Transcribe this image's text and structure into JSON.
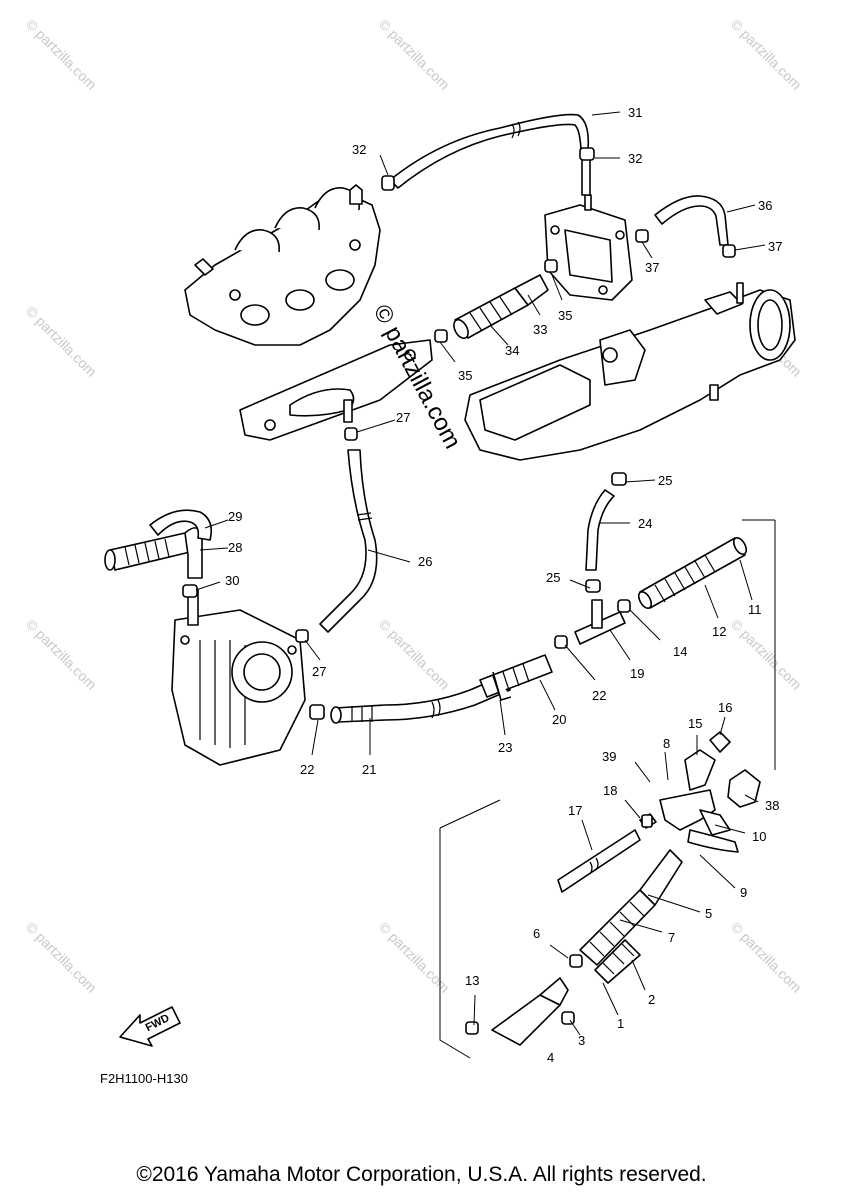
{
  "watermark": "© partzilla.com",
  "center_watermark": "© partzilla.com",
  "diagram_code": "F2H1100-H130",
  "fwd_label": "FWD",
  "copyright": "©2016 Yamaha Motor Corporation, U.S.A. All rights reserved.",
  "callouts": [
    {
      "id": "31",
      "label": "31"
    },
    {
      "id": "32a",
      "label": "32"
    },
    {
      "id": "32b",
      "label": "32"
    },
    {
      "id": "36",
      "label": "36"
    },
    {
      "id": "37a",
      "label": "37"
    },
    {
      "id": "37b",
      "label": "37"
    },
    {
      "id": "33",
      "label": "33"
    },
    {
      "id": "35a",
      "label": "35"
    },
    {
      "id": "34",
      "label": "34"
    },
    {
      "id": "35b",
      "label": "35"
    },
    {
      "id": "27a",
      "label": "27"
    },
    {
      "id": "25a",
      "label": "25"
    },
    {
      "id": "24",
      "label": "24"
    },
    {
      "id": "29",
      "label": "29"
    },
    {
      "id": "28",
      "label": "28"
    },
    {
      "id": "26",
      "label": "26"
    },
    {
      "id": "30",
      "label": "30"
    },
    {
      "id": "25b",
      "label": "25"
    },
    {
      "id": "11",
      "label": "11"
    },
    {
      "id": "12",
      "label": "12"
    },
    {
      "id": "14",
      "label": "14"
    },
    {
      "id": "19",
      "label": "19"
    },
    {
      "id": "22a",
      "label": "22"
    },
    {
      "id": "20",
      "label": "20"
    },
    {
      "id": "27b",
      "label": "27"
    },
    {
      "id": "23",
      "label": "23"
    },
    {
      "id": "22b",
      "label": "22"
    },
    {
      "id": "21",
      "label": "21"
    },
    {
      "id": "8",
      "label": "8"
    },
    {
      "id": "15",
      "label": "15"
    },
    {
      "id": "16",
      "label": "16"
    },
    {
      "id": "39",
      "label": "39"
    },
    {
      "id": "38",
      "label": "38"
    },
    {
      "id": "18",
      "label": "18"
    },
    {
      "id": "10",
      "label": "10"
    },
    {
      "id": "17",
      "label": "17"
    },
    {
      "id": "9",
      "label": "9"
    },
    {
      "id": "5",
      "label": "5"
    },
    {
      "id": "7",
      "label": "7"
    },
    {
      "id": "6",
      "label": "6"
    },
    {
      "id": "2",
      "label": "2"
    },
    {
      "id": "13",
      "label": "13"
    },
    {
      "id": "1",
      "label": "1"
    },
    {
      "id": "3",
      "label": "3"
    },
    {
      "id": "4",
      "label": "4"
    }
  ]
}
